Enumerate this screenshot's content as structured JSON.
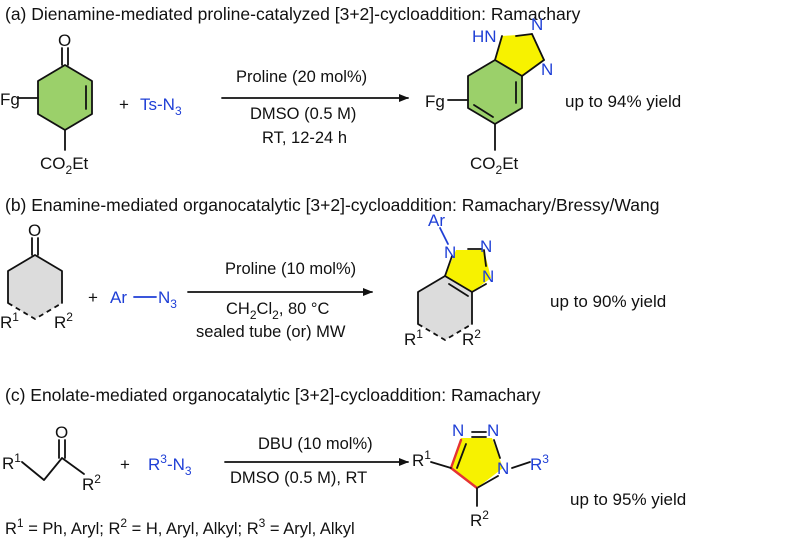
{
  "colors": {
    "ring_green": "#9bd06a",
    "ring_yellow": "#f7f200",
    "ring_gray": "#dcdcdc",
    "azide_blue": "#1f3fd6",
    "bond_red": "#e53333",
    "ink": "#111111"
  },
  "schemes": [
    {
      "heading": "(a) Dienamine-mediated proline-catalyzed [3+2]-cycloaddition: Ramachary",
      "reactant1": {
        "oxygen": "O",
        "substituent": "Fg",
        "ester": "CO",
        "ester_sub": "2",
        "ester_tail": "Et"
      },
      "plus": "+",
      "reactant2": {
        "text": "Ts-N",
        "sub": "3"
      },
      "conditions": {
        "catalyst": "Proline (20 mol%)",
        "solvent": "DMSO (0.5 M)",
        "temp_time": "RT,  12-24 h"
      },
      "product": {
        "nh": "HN",
        "n2": "N",
        "n3": "N",
        "substituent": "Fg",
        "ester": "CO",
        "ester_sub": "2",
        "ester_tail": "Et"
      },
      "yield": "up to 94% yield"
    },
    {
      "heading": "(b) Enamine-mediated organocatalytic [3+2]-cycloaddition: Ramachary/Bressy/Wang",
      "reactant1": {
        "oxygen": "O",
        "r1": "R",
        "r1_sup": "1",
        "r2": "R",
        "r2_sup": "2"
      },
      "plus": "+",
      "reactant2": {
        "ar": "Ar",
        "n": "N",
        "sub": "3"
      },
      "conditions": {
        "catalyst": "Proline (10 mol%)",
        "solvent_main": "CH",
        "solvent_sub1": "2",
        "solvent_mid": "Cl",
        "solvent_sub2": "2",
        "solvent_tail": ", 80 °C",
        "vessel": "sealed tube (or) MW"
      },
      "product": {
        "ar": "Ar",
        "n1": "N",
        "n2": "N",
        "n3": "N",
        "r1": "R",
        "r1_sup": "1",
        "r2": "R",
        "r2_sup": "2"
      },
      "yield": "up to 90% yield"
    },
    {
      "heading": "(c) Enolate-mediated organocatalytic [3+2]-cycloaddition: Ramachary",
      "reactant1": {
        "oxygen": "O",
        "r1": "R",
        "r1_sup": "1",
        "r2": "R",
        "r2_sup": "2"
      },
      "plus": "+",
      "reactant2": {
        "r3": "R",
        "r3_sup": "3",
        "tail": "-N",
        "sub": "3"
      },
      "conditions": {
        "catalyst": "DBU (10 mol%)",
        "solvent": "DMSO (0.5 M), RT"
      },
      "product": {
        "n1": "N",
        "n2": "N",
        "n3": "N",
        "r1": "R",
        "r1_sup": "1",
        "r2": "R",
        "r2_sup": "2",
        "r3": "R",
        "r3_sup": "3"
      },
      "yield": "up to 95% yield"
    }
  ],
  "footnote": {
    "r1": "R",
    "r1_sup": "1",
    "r1_def": " = Ph, Aryl; R",
    "r2_sup": "2",
    "r2_def": " = H, Aryl, Alkyl; R",
    "r3_sup": "3",
    "r3_def": " = Aryl, Alkyl"
  }
}
